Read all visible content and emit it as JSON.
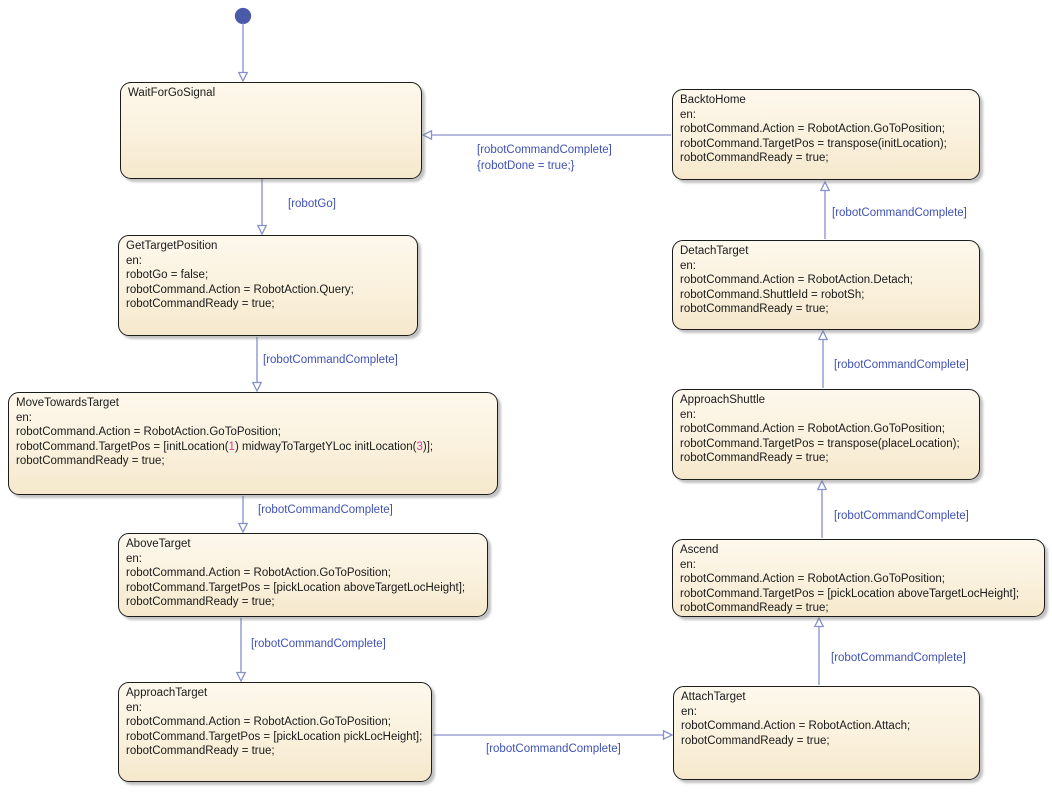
{
  "diagram": {
    "kind": "stateflow-state-machine",
    "background_color": "#ffffff",
    "state_fill_top": "#fdf8ec",
    "state_fill_bottom": "#f5e8cc",
    "state_border_color": "#1c1c1c",
    "transition_line_color": "#8690cd",
    "transition_label_color": "#3f51b5",
    "number_literal_color": "#d33fa2",
    "initial_point_color": "#4a5aa8"
  },
  "states": {
    "wait_for_go_signal": {
      "title": "WaitForGoSignal",
      "lines": []
    },
    "get_target_position": {
      "title": "GetTargetPosition",
      "lines": [
        "en:",
        "robotGo = false;",
        "robotCommand.Action = RobotAction.Query;",
        "robotCommandReady = true;"
      ]
    },
    "move_towards_target": {
      "title": "MoveTowardsTarget",
      "lines": [
        "en:",
        "robotCommand.Action = RobotAction.GoToPosition;",
        "robotCommandReady = true;"
      ],
      "targetpos_parts": [
        "robotCommand.TargetPos = [initLocation(",
        "1",
        ") midwayToTargetYLoc initLocation(",
        "3",
        ")];"
      ]
    },
    "above_target": {
      "title": "AboveTarget",
      "lines": [
        "en:",
        "robotCommand.Action = RobotAction.GoToPosition;",
        "robotCommand.TargetPos = [pickLocation aboveTargetLocHeight];",
        "robotCommandReady = true;"
      ]
    },
    "approach_target": {
      "title": "ApproachTarget",
      "lines": [
        "en:",
        "robotCommand.Action = RobotAction.GoToPosition;",
        "robotCommand.TargetPos = [pickLocation pickLocHeight];",
        "robotCommandReady = true;"
      ]
    },
    "attach_target": {
      "title": "AttachTarget",
      "lines": [
        "en:",
        "robotCommand.Action = RobotAction.Attach;",
        "robotCommandReady = true;"
      ]
    },
    "ascend": {
      "title": "Ascend",
      "lines": [
        "en:",
        "robotCommand.Action = RobotAction.GoToPosition;",
        "robotCommand.TargetPos = [pickLocation aboveTargetLocHeight];",
        "robotCommandReady = true;"
      ]
    },
    "approach_shuttle": {
      "title": "ApproachShuttle",
      "lines": [
        "en:",
        "robotCommand.Action = RobotAction.GoToPosition;",
        "robotCommand.TargetPos = transpose(placeLocation);",
        "robotCommandReady = true;"
      ]
    },
    "detach_target": {
      "title": "DetachTarget",
      "lines": [
        "en:",
        "robotCommand.Action = RobotAction.Detach;",
        "robotCommand.ShuttleId = robotSh;",
        "robotCommandReady = true;"
      ]
    },
    "back_to_home": {
      "title": "BacktoHome",
      "lines": [
        "en:",
        "robotCommand.Action = RobotAction.GoToPosition;",
        "robotCommand.TargetPos = transpose(initLocation);",
        "robotCommandReady = true;"
      ]
    }
  },
  "transitions": {
    "wait_to_get": {
      "guard": "[robotGo]"
    },
    "get_to_move": {
      "guard": "[robotCommandComplete]"
    },
    "move_to_above": {
      "guard": "[robotCommandComplete]"
    },
    "above_to_approach": {
      "guard": "[robotCommandComplete]"
    },
    "approach_to_attach": {
      "guard": "[robotCommandComplete]"
    },
    "attach_to_ascend": {
      "guard": "[robotCommandComplete]"
    },
    "ascend_to_shuttle": {
      "guard": "[robotCommandComplete]"
    },
    "shuttle_to_detach": {
      "guard": "[robotCommandComplete]"
    },
    "detach_to_back": {
      "guard": "[robotCommandComplete]"
    },
    "back_to_wait": {
      "guard": "[robotCommandComplete]",
      "action": "{robotDone = true;}"
    }
  }
}
